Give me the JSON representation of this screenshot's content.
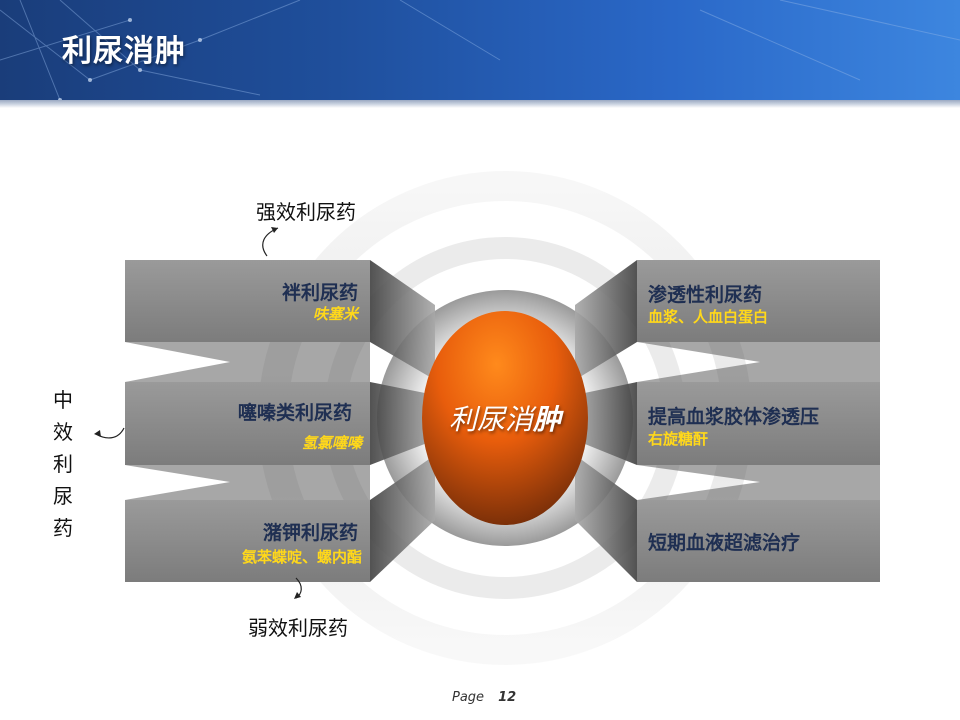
{
  "header": {
    "title": "利尿消肿"
  },
  "center": {
    "label_main": "利尿消",
    "label_emph": "肿"
  },
  "left_boxes": [
    {
      "title": "袢利尿药",
      "subtitle": "呋塞米"
    },
    {
      "title": "噻嗪类利尿药",
      "subtitle": "氢氯噻嗪"
    },
    {
      "title": "潴钾利尿药",
      "subtitle": "氨苯蝶啶、螺内酯"
    }
  ],
  "right_boxes": [
    {
      "title": "渗透性利尿药",
      "subtitle": "血浆、人血白蛋白"
    },
    {
      "title": "提高血浆胶体渗透压",
      "subtitle": "右旋糖酐"
    },
    {
      "title": "短期血液超滤治疗"
    }
  ],
  "labels": {
    "strong": "强效利尿药",
    "medium_chars": [
      "中",
      "效",
      "利",
      "尿",
      "药"
    ],
    "weak": "弱效利尿药"
  },
  "footer": {
    "page_label": "Page",
    "page_number": "12"
  },
  "colors": {
    "header_blue": "#1f4f9c",
    "box_gray": "#8a8a8a",
    "center_orange": "#f26a0e",
    "subtitle_yellow": "#ffd81a",
    "title_navy": "#1f2f52"
  }
}
